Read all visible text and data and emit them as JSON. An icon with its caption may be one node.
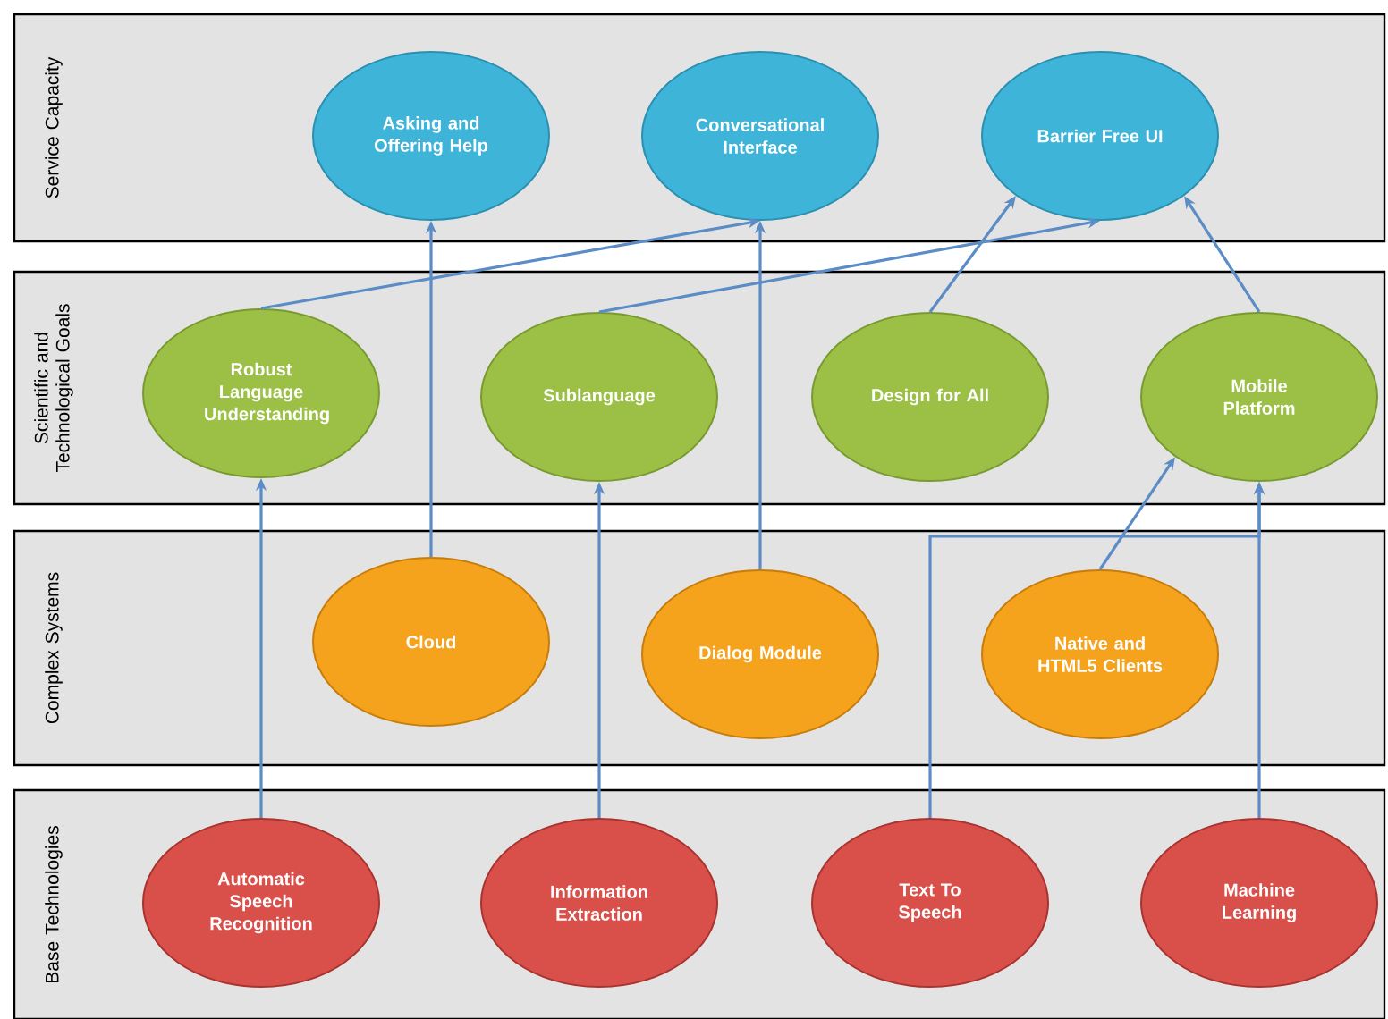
{
  "diagram": {
    "nodes": [
      {
        "text": [
          "Service Capacity"
        ]
      },
      {
        "text": [
          "Asking and Offering Help"
        ],
        "in": 0
      },
      {
        "text": [
          "Conversational Interface"
        ],
        "in": 0
      },
      {
        "text": [
          "Barrier Free UI"
        ],
        "in": 0
      },
      {
        "text": [
          "Scientific and Technological Goals"
        ]
      },
      {
        "text": [
          "Robust Language Understanding"
        ],
        "in": 4
      },
      {
        "text": [
          "Sublanguage"
        ],
        "in": 4
      },
      {
        "text": [
          "Design for All"
        ],
        "in": 4
      },
      {
        "text": [
          "Mobile Platform"
        ],
        "in": 4
      },
      {
        "text": [
          "Complex Systems"
        ]
      },
      {
        "text": [
          "Cloud"
        ],
        "in": 9
      },
      {
        "text": [
          "Dialog Module"
        ],
        "in": 9
      },
      {
        "text": [
          "Native and HTML5 Clients"
        ],
        "in": 9
      },
      {
        "text": [
          "Base Technologies"
        ]
      },
      {
        "text": [
          "Automatic Speech Recognition"
        ],
        "in": 13
      },
      {
        "text": [
          "Information Extraction"
        ],
        "in": 13
      },
      {
        "text": [
          "Text To Speech"
        ],
        "in": 13
      },
      {
        "text": [
          "Machine Learning"
        ],
        "in": 13
      }
    ],
    "edges": [
      {
        "from": 5,
        "to": 2,
        "arrow": "to"
      },
      {
        "from": 6,
        "to": 3,
        "arrow": "to"
      },
      {
        "from": 7,
        "to": 3,
        "arrow": "to"
      },
      {
        "from": 8,
        "to": 3,
        "arrow": "to"
      },
      {
        "from": 10,
        "to": 1,
        "arrow": "to"
      },
      {
        "from": 11,
        "to": 2,
        "arrow": "to"
      },
      {
        "from": 12,
        "to": 8,
        "arrow": "to"
      },
      {
        "from": 16,
        "to": 8,
        "arrow": "to"
      },
      {
        "from": 17,
        "to": 8,
        "arrow": "to"
      },
      {
        "from": 14,
        "to": 5,
        "arrow": "to"
      },
      {
        "from": 15,
        "to": 6,
        "arrow": "to"
      }
    ]
  }
}
